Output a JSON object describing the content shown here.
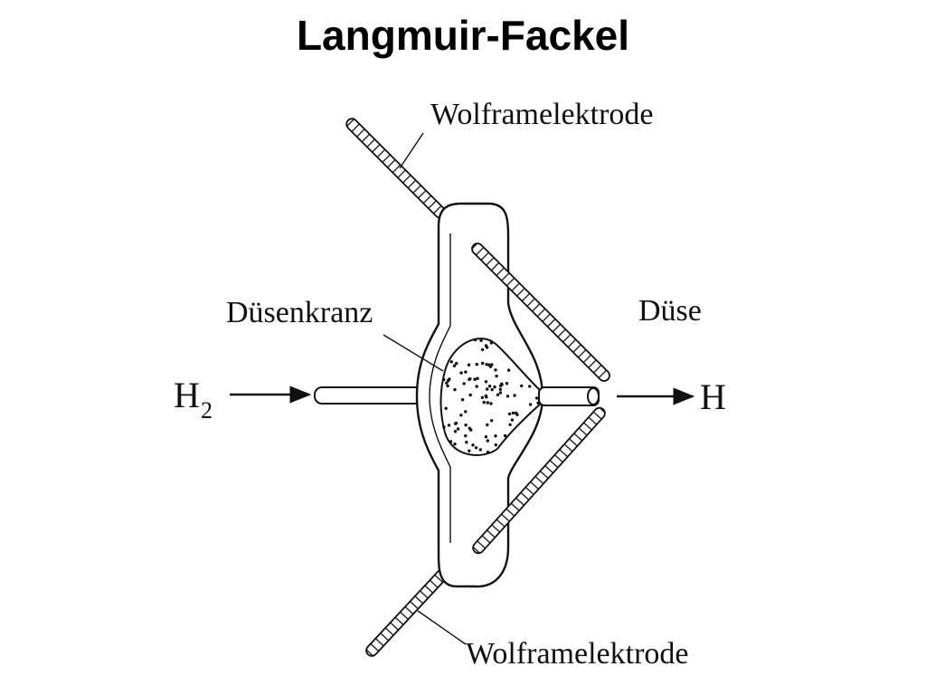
{
  "title": "Langmuir-Fackel",
  "labels": {
    "electrode_top": "Wolframelektrode",
    "electrode_bottom": "Wolframelektrode",
    "nozzle_ring": "Düsenkranz",
    "nozzle": "Düse",
    "input_gas": "H",
    "input_gas_subscript": "2",
    "output_gas": "H"
  }
}
